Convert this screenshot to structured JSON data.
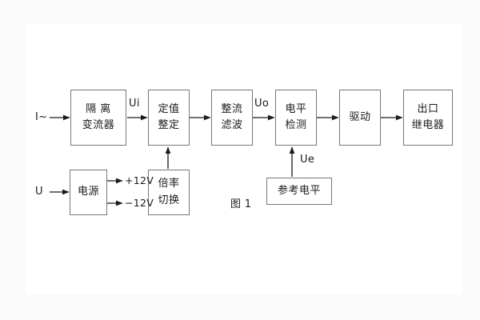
{
  "figure": {
    "caption": "图 1",
    "blocks": [
      {
        "id": "isolation-ct",
        "lines": [
          "隔 离",
          "变流器"
        ]
      },
      {
        "id": "setting",
        "lines": [
          "定值",
          "整定"
        ]
      },
      {
        "id": "rectify-filter",
        "lines": [
          "整流",
          "滤波"
        ]
      },
      {
        "id": "level-detect",
        "lines": [
          "电平",
          "检测"
        ]
      },
      {
        "id": "drive",
        "lines": [
          "驱动"
        ]
      },
      {
        "id": "output-relay",
        "lines": [
          "出口",
          "继电器"
        ]
      },
      {
        "id": "power-supply",
        "lines": [
          "电源"
        ]
      },
      {
        "id": "multiplier-switch",
        "lines": [
          "倍率",
          "切换"
        ]
      },
      {
        "id": "reference-level",
        "lines": [
          "参考电平"
        ]
      }
    ],
    "signals": {
      "current_input": "I~",
      "voltage_input": "U",
      "ui": "Ui",
      "uo": "Uo",
      "ue": "Ue",
      "rail_positive": "+12V",
      "rail_negative": "−12V"
    }
  }
}
